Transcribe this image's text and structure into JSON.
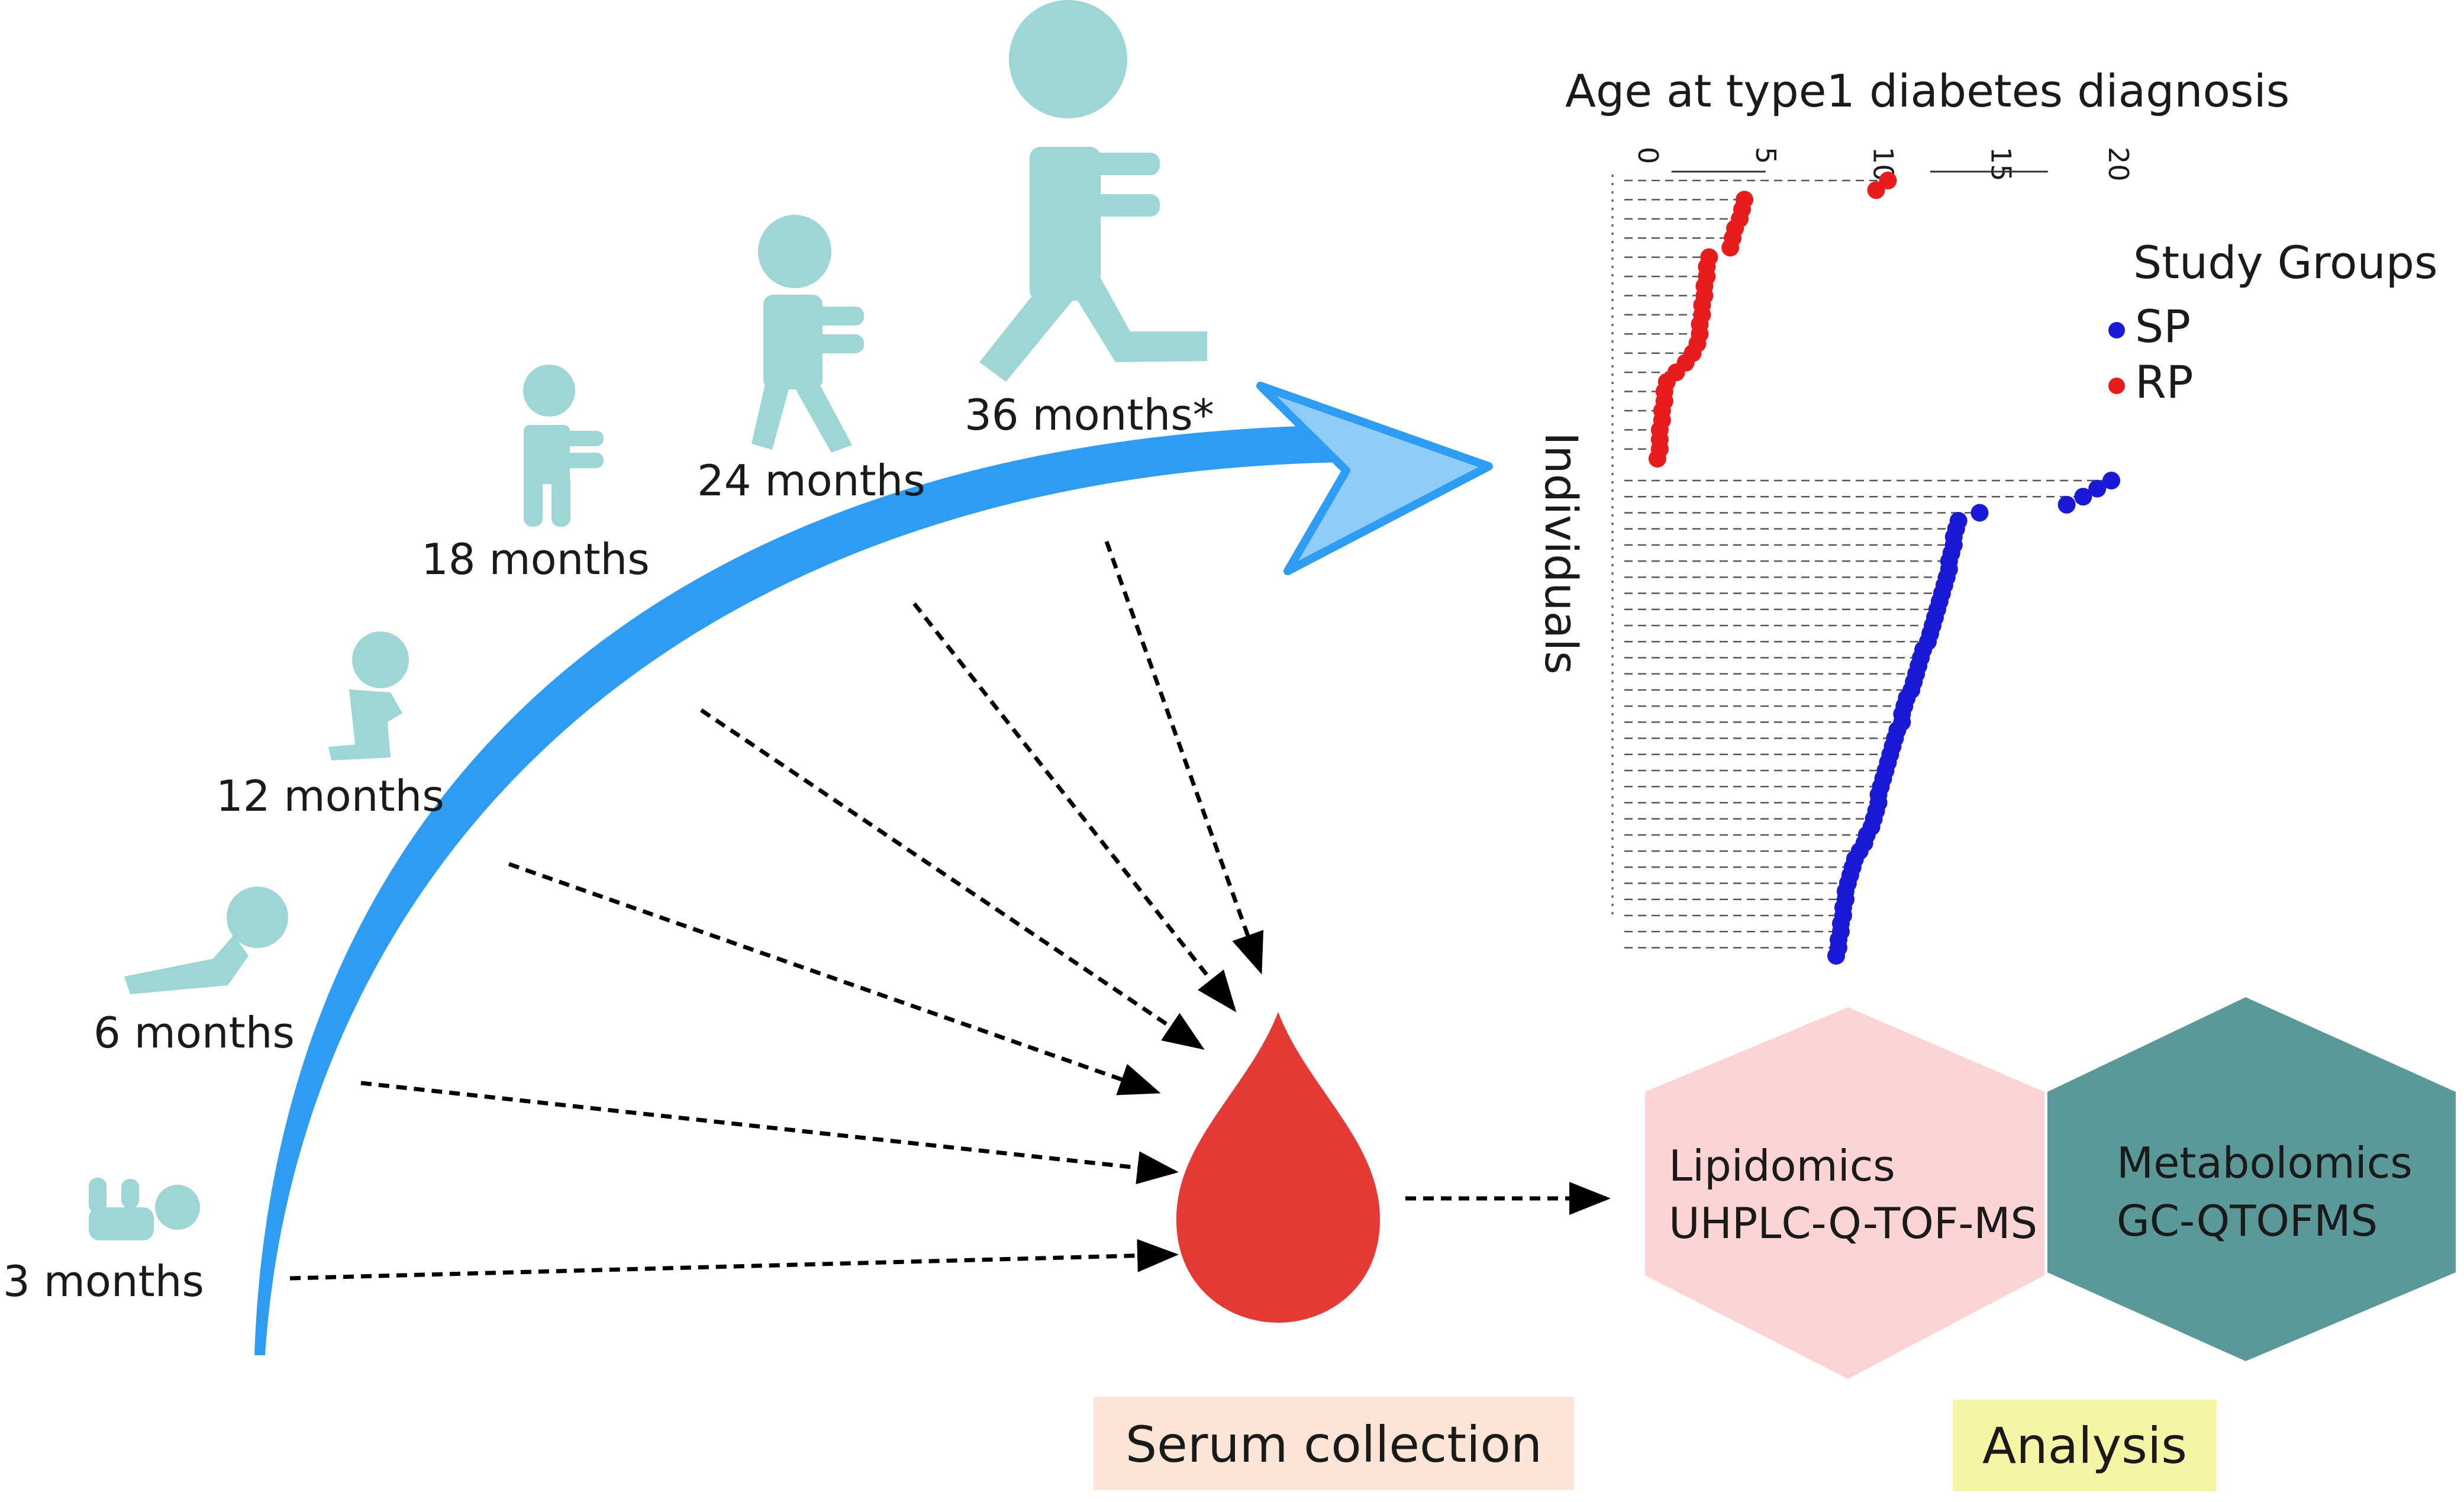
{
  "timeline": {
    "points": [
      "3 months",
      "6 months",
      "12 months",
      "18 months",
      "24 months",
      "36 months*"
    ]
  },
  "panels": {
    "serum": "Serum collection",
    "analysis": "Analysis",
    "lipidomics_line1": "Lipidomics",
    "lipidomics_line2": "UHPLC-Q-TOF-MS",
    "metabolomics_line1": "Metabolomics",
    "metabolomics_line2": "GC-QTOFMS"
  },
  "colors": {
    "figure": "#9ed6d6",
    "arrow": "#2e9cf2",
    "arrow_head": "#8fccf7",
    "drop": "#e53935",
    "sp": "#1a1ad6",
    "rp": "#e81c1c",
    "lipid_hex": "#fcd4d3",
    "metab_hex": "#5b9898",
    "serum_bg": "#fce5d6",
    "analysis_bg": "#f6f5a5"
  },
  "chart_data": {
    "type": "scatter",
    "title": "Age at type1 diabetes diagnosis",
    "ylabel": "Individuals",
    "x_ticks": [
      "0",
      "5",
      "10",
      "15",
      "20"
    ],
    "xlim": [
      0,
      20
    ],
    "legend_title": "Study Groups",
    "legend_position": "right",
    "series": [
      {
        "name": "RP",
        "color": "#e81c1c",
        "values": [
          10.2,
          9.7,
          4.1,
          4.0,
          3.9,
          3.7,
          3.6,
          3.5,
          2.6,
          2.5,
          2.5,
          2.4,
          2.4,
          2.3,
          2.3,
          2.2,
          2.2,
          2.1,
          1.9,
          1.6,
          1.2,
          0.8,
          0.7,
          0.7,
          0.6,
          0.6,
          0.5,
          0.5,
          0.5,
          0.4
        ]
      },
      {
        "name": "SP",
        "color": "#1a1ad6",
        "values": [
          19.7,
          19.1,
          18.5,
          17.8,
          14.1,
          13.2,
          13.1,
          13.0,
          13.0,
          12.9,
          12.8,
          12.8,
          12.7,
          12.6,
          12.5,
          12.4,
          12.3,
          12.2,
          12.1,
          12.0,
          11.9,
          11.7,
          11.6,
          11.5,
          11.4,
          11.3,
          11.2,
          11.0,
          10.9,
          10.8,
          10.8,
          10.6,
          10.5,
          10.4,
          10.3,
          10.2,
          10.1,
          10.0,
          9.9,
          9.8,
          9.8,
          9.7,
          9.6,
          9.5,
          9.3,
          9.2,
          9.0,
          8.8,
          8.7,
          8.6,
          8.5,
          8.4,
          8.4,
          8.3,
          8.3,
          8.2,
          8.2,
          8.1,
          8.1,
          8.0
        ]
      }
    ]
  }
}
